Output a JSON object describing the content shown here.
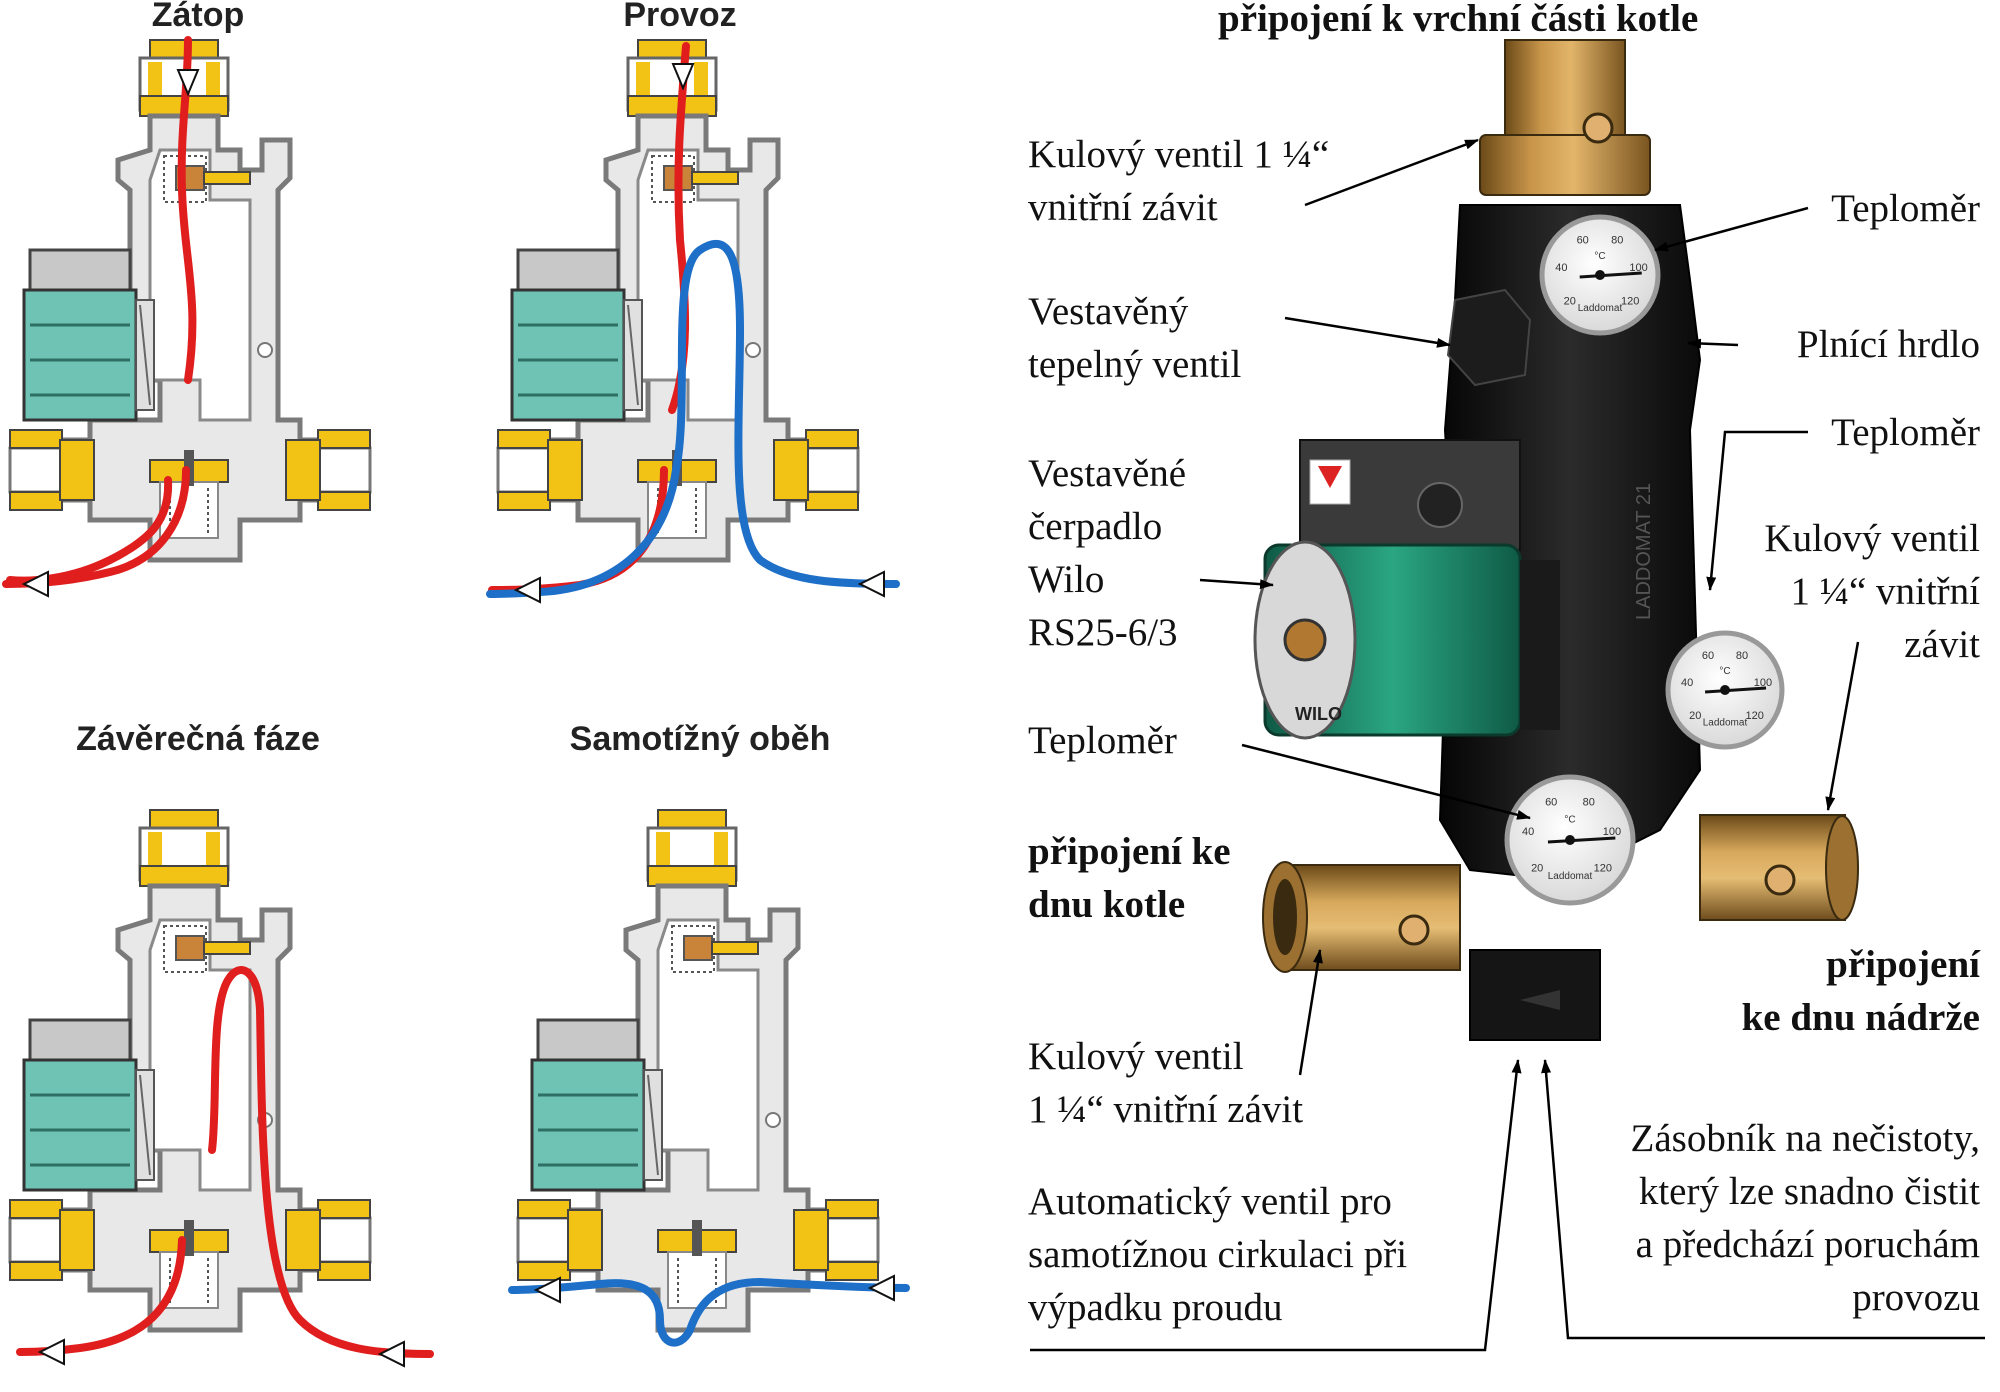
{
  "panels": {
    "zatop": "Zátop",
    "provoz": "Provoz",
    "zaverecna": "Závěrečná fáze",
    "samotizny": "Samotížný oběh"
  },
  "labels": {
    "top_connection": "připojení k vrchní části kotle",
    "ball_valve_top": [
      "Kulový ventil 1 ¼“",
      "vnitřní závit"
    ],
    "thermometer_top": "Teploměr",
    "thermal_valve": [
      "Vestavěný",
      "tepelný ventil"
    ],
    "fill_neck": "Plnící hrdlo",
    "thermometer_right": "Teploměr",
    "ball_valve_right": [
      "Kulový ventil",
      "1 ¼“ vnitřní",
      "závit"
    ],
    "pump": [
      "Vestavěné",
      "čerpadlo",
      "Wilo",
      "RS25-6/3"
    ],
    "thermometer_low": "Teploměr",
    "boiler_bottom": [
      "připojení ke",
      "dnu kotle"
    ],
    "tank_bottom": [
      "připojení",
      "ke dnu nádrže"
    ],
    "ball_valve_bottom": [
      "Kulový ventil",
      "1 ¼“ vnitřní závit"
    ],
    "auto_valve": [
      "Automatický ventil pro",
      "samotížnou cirkulaci při",
      "výpadku proudu"
    ],
    "dirt_trap": [
      "Zásobník na nečistoty,",
      "který lze snadno čistit",
      "a předchází poruchám",
      "provozu"
    ]
  },
  "device": {
    "gauge_text": [
      "20",
      "40",
      "60",
      "80",
      "100",
      "120",
      "°C",
      "Laddomat"
    ],
    "body_text": "LADDOMAT 21",
    "pump_brand": "WILO"
  },
  "colors": {
    "hot_flow": "#e01e1e",
    "cold_flow": "#1e6fc8",
    "brass": "#f2c315",
    "pump_green": "#6fc3b4",
    "body_black": "#151515",
    "wilo_green": "#1f8f6f"
  }
}
